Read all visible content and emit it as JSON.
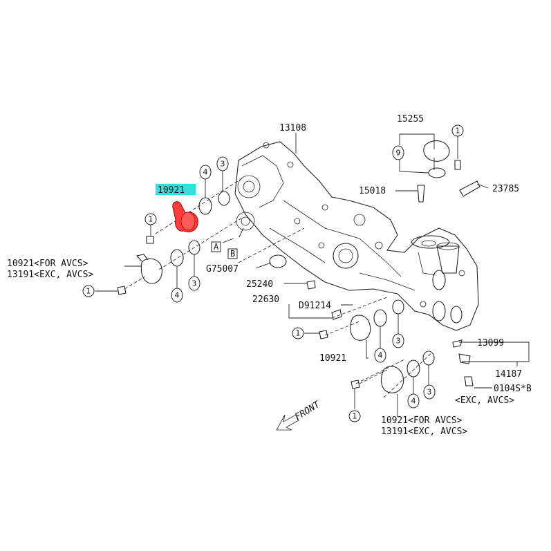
{
  "colors": {
    "highlight_label_bg": "#33e0e0",
    "highlight_part_fill": "#ff3b3b",
    "ink": "#222222"
  },
  "labels": {
    "p13108": "13108",
    "p15255": "15255",
    "p15018": "15018",
    "p23785": "23785",
    "p10921_hl": "10921",
    "p10921_avcs_a": "10921<FOR AVCS>",
    "p13191_exc_a": "13191<EXC, AVCS>",
    "box_a": "A",
    "box_b": "B",
    "g75007": "G75007",
    "p25240": "25240",
    "p22630": "22630",
    "d91214": "D91214",
    "p10921_b": "10921",
    "p13099": "13099",
    "p14187": "14187",
    "p0104s": "0104S*B",
    "exc_avcs": "<EXC, AVCS>",
    "p10921_avcs_c": "10921<FOR AVCS>",
    "p13191_exc_c": "13191<EXC, AVCS>",
    "front": "FRONT"
  },
  "callouts": {
    "c1": "1",
    "c3": "3",
    "c4": "4",
    "c9": "9"
  }
}
